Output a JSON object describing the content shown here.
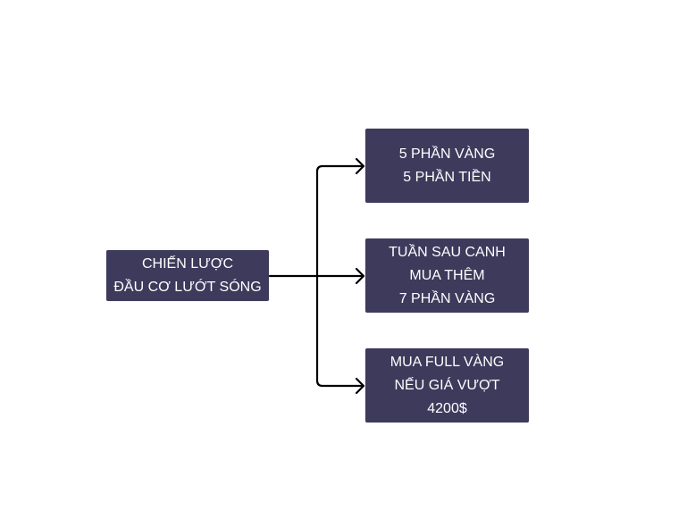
{
  "colors": {
    "node_fill": "#3d3a5c",
    "node_text": "#ffffff",
    "connector": "#000000"
  },
  "root": {
    "lines": [
      "CHIẾN LƯỢC",
      "ĐẦU CƠ LƯỚT SÓNG"
    ]
  },
  "children": [
    {
      "lines": [
        "5 PHẦN VÀNG",
        "5 PHẦN TIỀN"
      ]
    },
    {
      "lines": [
        "TUẦN SAU CANH",
        "MUA THÊM",
        "7 PHẦN VÀNG"
      ]
    },
    {
      "lines": [
        "MUA FULL VÀNG",
        "NẾU GIÁ VƯỢT",
        "4200$"
      ]
    }
  ]
}
